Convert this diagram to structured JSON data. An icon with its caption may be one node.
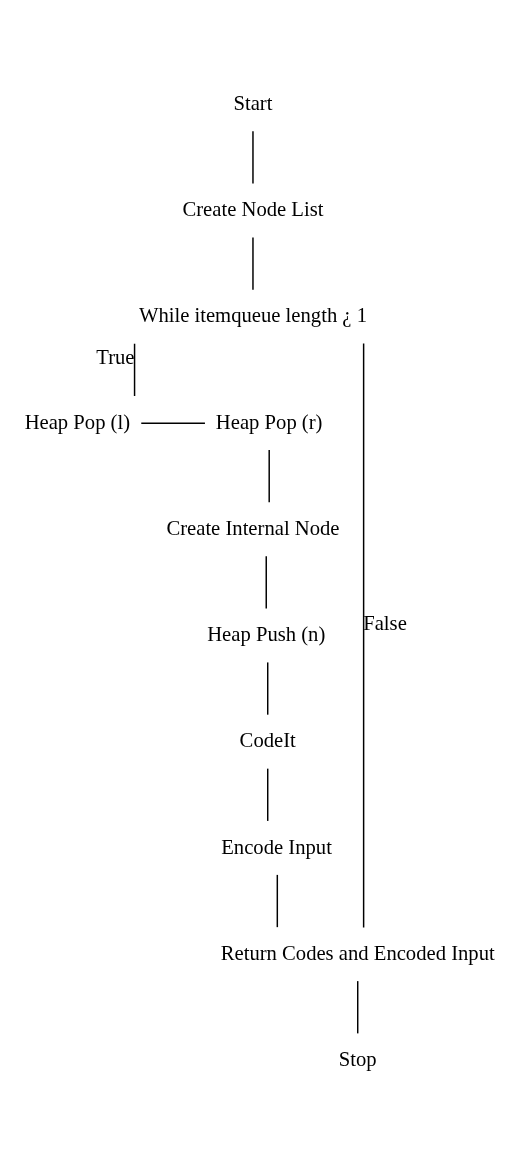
{
  "diagram": {
    "nodes": [
      {
        "text": [
          "Start"
        ]
      },
      {
        "text": [
          "Create Node List"
        ]
      },
      {
        "text": [
          "While itemqueue length ¿ 1"
        ]
      },
      {
        "text": [
          "Heap Pop (l)"
        ]
      },
      {
        "text": [
          "Heap Pop (r)"
        ]
      },
      {
        "text": [
          "Create Internal Node"
        ]
      },
      {
        "text": [
          "Heap Push (n)"
        ]
      },
      {
        "text": [
          "CodeIt"
        ]
      },
      {
        "text": [
          "Encode Input"
        ]
      },
      {
        "text": [
          "Return Codes and Encoded Input"
        ]
      },
      {
        "text": [
          "Stop"
        ]
      }
    ],
    "edges": [
      {
        "from": 0,
        "to": 1,
        "arrow": "none"
      },
      {
        "from": 1,
        "to": 2,
        "arrow": "none"
      },
      {
        "from": 2,
        "to": 3,
        "arrow": "none",
        "label": "True"
      },
      {
        "from": 2,
        "to": 9,
        "arrow": "none",
        "label": "False"
      },
      {
        "from": 3,
        "to": 4,
        "arrow": "none"
      },
      {
        "from": 4,
        "to": 5,
        "arrow": "none"
      },
      {
        "from": 5,
        "to": 6,
        "arrow": "none"
      },
      {
        "from": 6,
        "to": 7,
        "arrow": "none"
      },
      {
        "from": 7,
        "to": 8,
        "arrow": "none"
      },
      {
        "from": 8,
        "to": 9,
        "arrow": "none"
      },
      {
        "from": 9,
        "to": 10,
        "arrow": "none"
      }
    ]
  }
}
